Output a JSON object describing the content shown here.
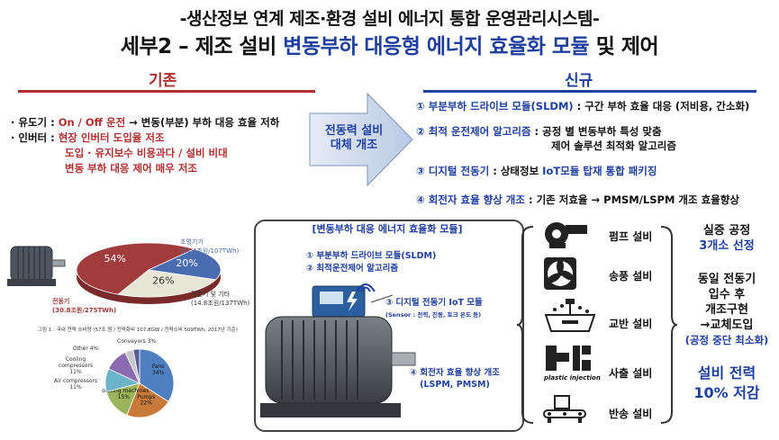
{
  "title": {
    "line1": "-생산정보 연계 제조·환경 설비 에너지 통합 운영관리시스템-",
    "line2_pre": "세부2 – 제조 설비 ",
    "line2_hl": "변동부하 대응형 에너지 효율화 모듈",
    "line2_post": " 및 제어"
  },
  "existing": {
    "header": "기존",
    "item1_label": "· 유도기 : ",
    "item1_hl": "On / Off 운전",
    "item1_rest": " → 변동(부분) 부하 대응 효율 저하",
    "item2_label": "· 인버터 : ",
    "item2_hl": "현장 인버터 도입율 저조",
    "item2_line2": "도입 · 유지보수 비용과다 / 설비 비대",
    "item2_line3": "변동 부하 대응 제어 매우 저조"
  },
  "arrow": {
    "line1": "전동력 설비",
    "line2": "대체 개조"
  },
  "new": {
    "header": "신규",
    "items": [
      {
        "hl": "① 부분부하 드라이브 모듈(SLDM)",
        "rest": " : 구간 부하 효율 대응 (저비용, 간소화)"
      },
      {
        "hl": "② 최적 운전제어 알고리즘",
        "rest": " : 공정 별 변동부하 특성 맞춤",
        "line2": "제어 솔루션 최적화 알고리즘"
      },
      {
        "hl": "③ 디지털 전동기",
        "rest": " : 상태정보 ",
        "hl2": "IoT모듈 탑재 통합 패키징"
      },
      {
        "hl": "④ 회전자 효율 향상 개조",
        "rest": " : 기존 저효율 → PMSM/LSPM 개조 효율향상"
      }
    ]
  },
  "pie_main": {
    "labels": {
      "lighting": "조명기기",
      "lighting_sub": "(11.4조원/107TWh)",
      "heat": "전열기 및 기타",
      "heat_sub": "(14.8조원/137TWh)",
      "motor": "전동기",
      "motor_sub": "(30.8조원/275TWh)"
    },
    "caption": "그림 1 : 국내 전력 소비량 (57조 원 / 전력화비 107.8GW / 전력소비 509TWh, 2017년 기준)"
  },
  "chart_data": [
    {
      "type": "pie",
      "values": [
        54,
        20,
        26
      ],
      "categories": [
        "전동기",
        "조명기기",
        "전열기 및 기타"
      ],
      "value_labels": [
        "54%",
        "20%",
        "26%"
      ],
      "colors": [
        "#a23b3b",
        "#4a6bb0",
        "#e8e6d6"
      ]
    },
    {
      "type": "pie",
      "categories": [
        "Fans",
        "Pumps",
        "Rotating machines",
        "Air compressors",
        "Cooling compressors",
        "Other",
        "Conveyors"
      ],
      "values": [
        34,
        22,
        15,
        11,
        11,
        4,
        3
      ],
      "value_labels": [
        "34%",
        "22%",
        "15%",
        "11%",
        "11%",
        "4%",
        "3%"
      ],
      "colors": [
        "#4f7fc0",
        "#c97a3a",
        "#9bb35a",
        "#6bb4c8",
        "#8a6bb0",
        "#c8c8c8",
        "#5a5a9a"
      ]
    }
  ],
  "module_box": {
    "title": "[변동부하 대응 에너지 효율화 모듈]",
    "l1": "① 부분부하 드라이브 모듈(SLDM)",
    "l2": "② 최적운전제어 알고리즘",
    "l3": "③ 디지털 전동기 IoT 모듈",
    "l3_sub": "(Sensor : 전력, 진동, 토크 온도 등)",
    "l4": "④ 회전자 효율 향상 개조",
    "l4_sub": "(LSPM, PMSM)"
  },
  "equipment": [
    {
      "label": "펌프 설비",
      "icon": "pump-icon"
    },
    {
      "label": "송풍 설비",
      "icon": "fan-icon"
    },
    {
      "label": "교반 설비",
      "icon": "mixer-icon"
    },
    {
      "label": "사출 설비",
      "icon": "injection-icon",
      "sub": "plastic injection"
    },
    {
      "label": "반송 설비",
      "icon": "conveyor-icon"
    }
  ],
  "right": {
    "a1": "실증 공정",
    "a2": "3개소 선정",
    "b1": "동일 전동기",
    "b2": "입수 후",
    "b3": "개조구현",
    "b4": "→교체도입",
    "b5": "(공정 중단 최소화)",
    "c1": "설비 전력",
    "c2": "10% 저감"
  }
}
